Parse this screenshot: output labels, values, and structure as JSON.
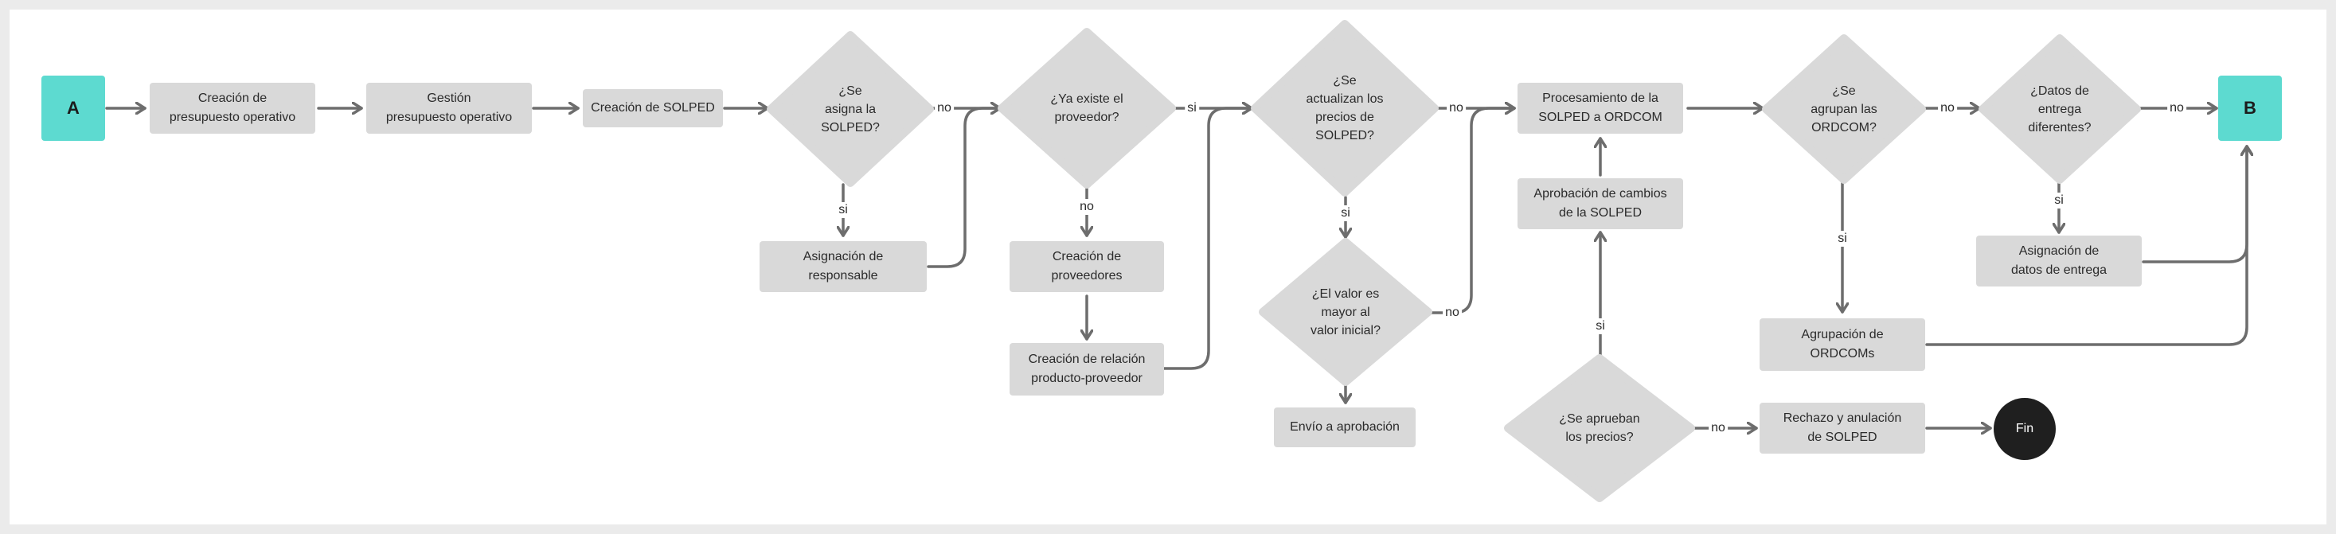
{
  "colors": {
    "terminal": "#5ddad0",
    "process": "#d9d9d9",
    "end": "#1f1f1f",
    "edge": "#6d6d6d"
  },
  "nodes": {
    "a": "A",
    "b": "B",
    "fin": "Fin",
    "creacion_presupuesto": "Creación de\npresupuesto operativo",
    "gestion_presupuesto": "Gestión\npresupuesto operativo",
    "creacion_solped": "Creación de SOLPED",
    "se_asigna": "¿Se\nasigna la\nSOLPED?",
    "asignacion_responsable": "Asignación de\nresponsable",
    "existe_proveedor": "¿Ya existe el\nproveedor?",
    "creacion_proveedores": "Creación de\nproveedores",
    "creacion_relacion": "Creación de relación\nproducto-proveedor",
    "actualizan_precios": "¿Se\nactualizan los\nprecios de\nSOLPED?",
    "valor_mayor": "¿El valor es\nmayor al\nvalor inicial?",
    "envio_aprobacion": "Envío a aprobación",
    "procesamiento": "Procesamiento de la\nSOLPED a ORDCOM",
    "aprobacion_cambios": "Aprobación de cambios\nde la SOLPED",
    "aprueban_precios": "¿Se aprueban\nlos precios?",
    "agrupan_ordcom": "¿Se\nagrupan las\nORDCOM?",
    "agrupacion_ordcoms": "Agrupación de\nORDCOMs",
    "rechazo": "Rechazo y anulación\nde SOLPED",
    "datos_entrega": "¿Datos de\nentrega\ndiferentes?",
    "asignacion_datos": "Asignación de\ndatos de entrega"
  },
  "edge_labels": {
    "asigna_no": "no",
    "asigna_si": "si",
    "existe_si": "si",
    "existe_no": "no",
    "actualizan_no": "no",
    "actualizan_si": "si",
    "valor_no": "no",
    "aprueban_si": "si",
    "aprueban_no": "no",
    "agrupan_no": "no",
    "agrupan_si": "si",
    "datos_no": "no",
    "datos_si": "si"
  }
}
